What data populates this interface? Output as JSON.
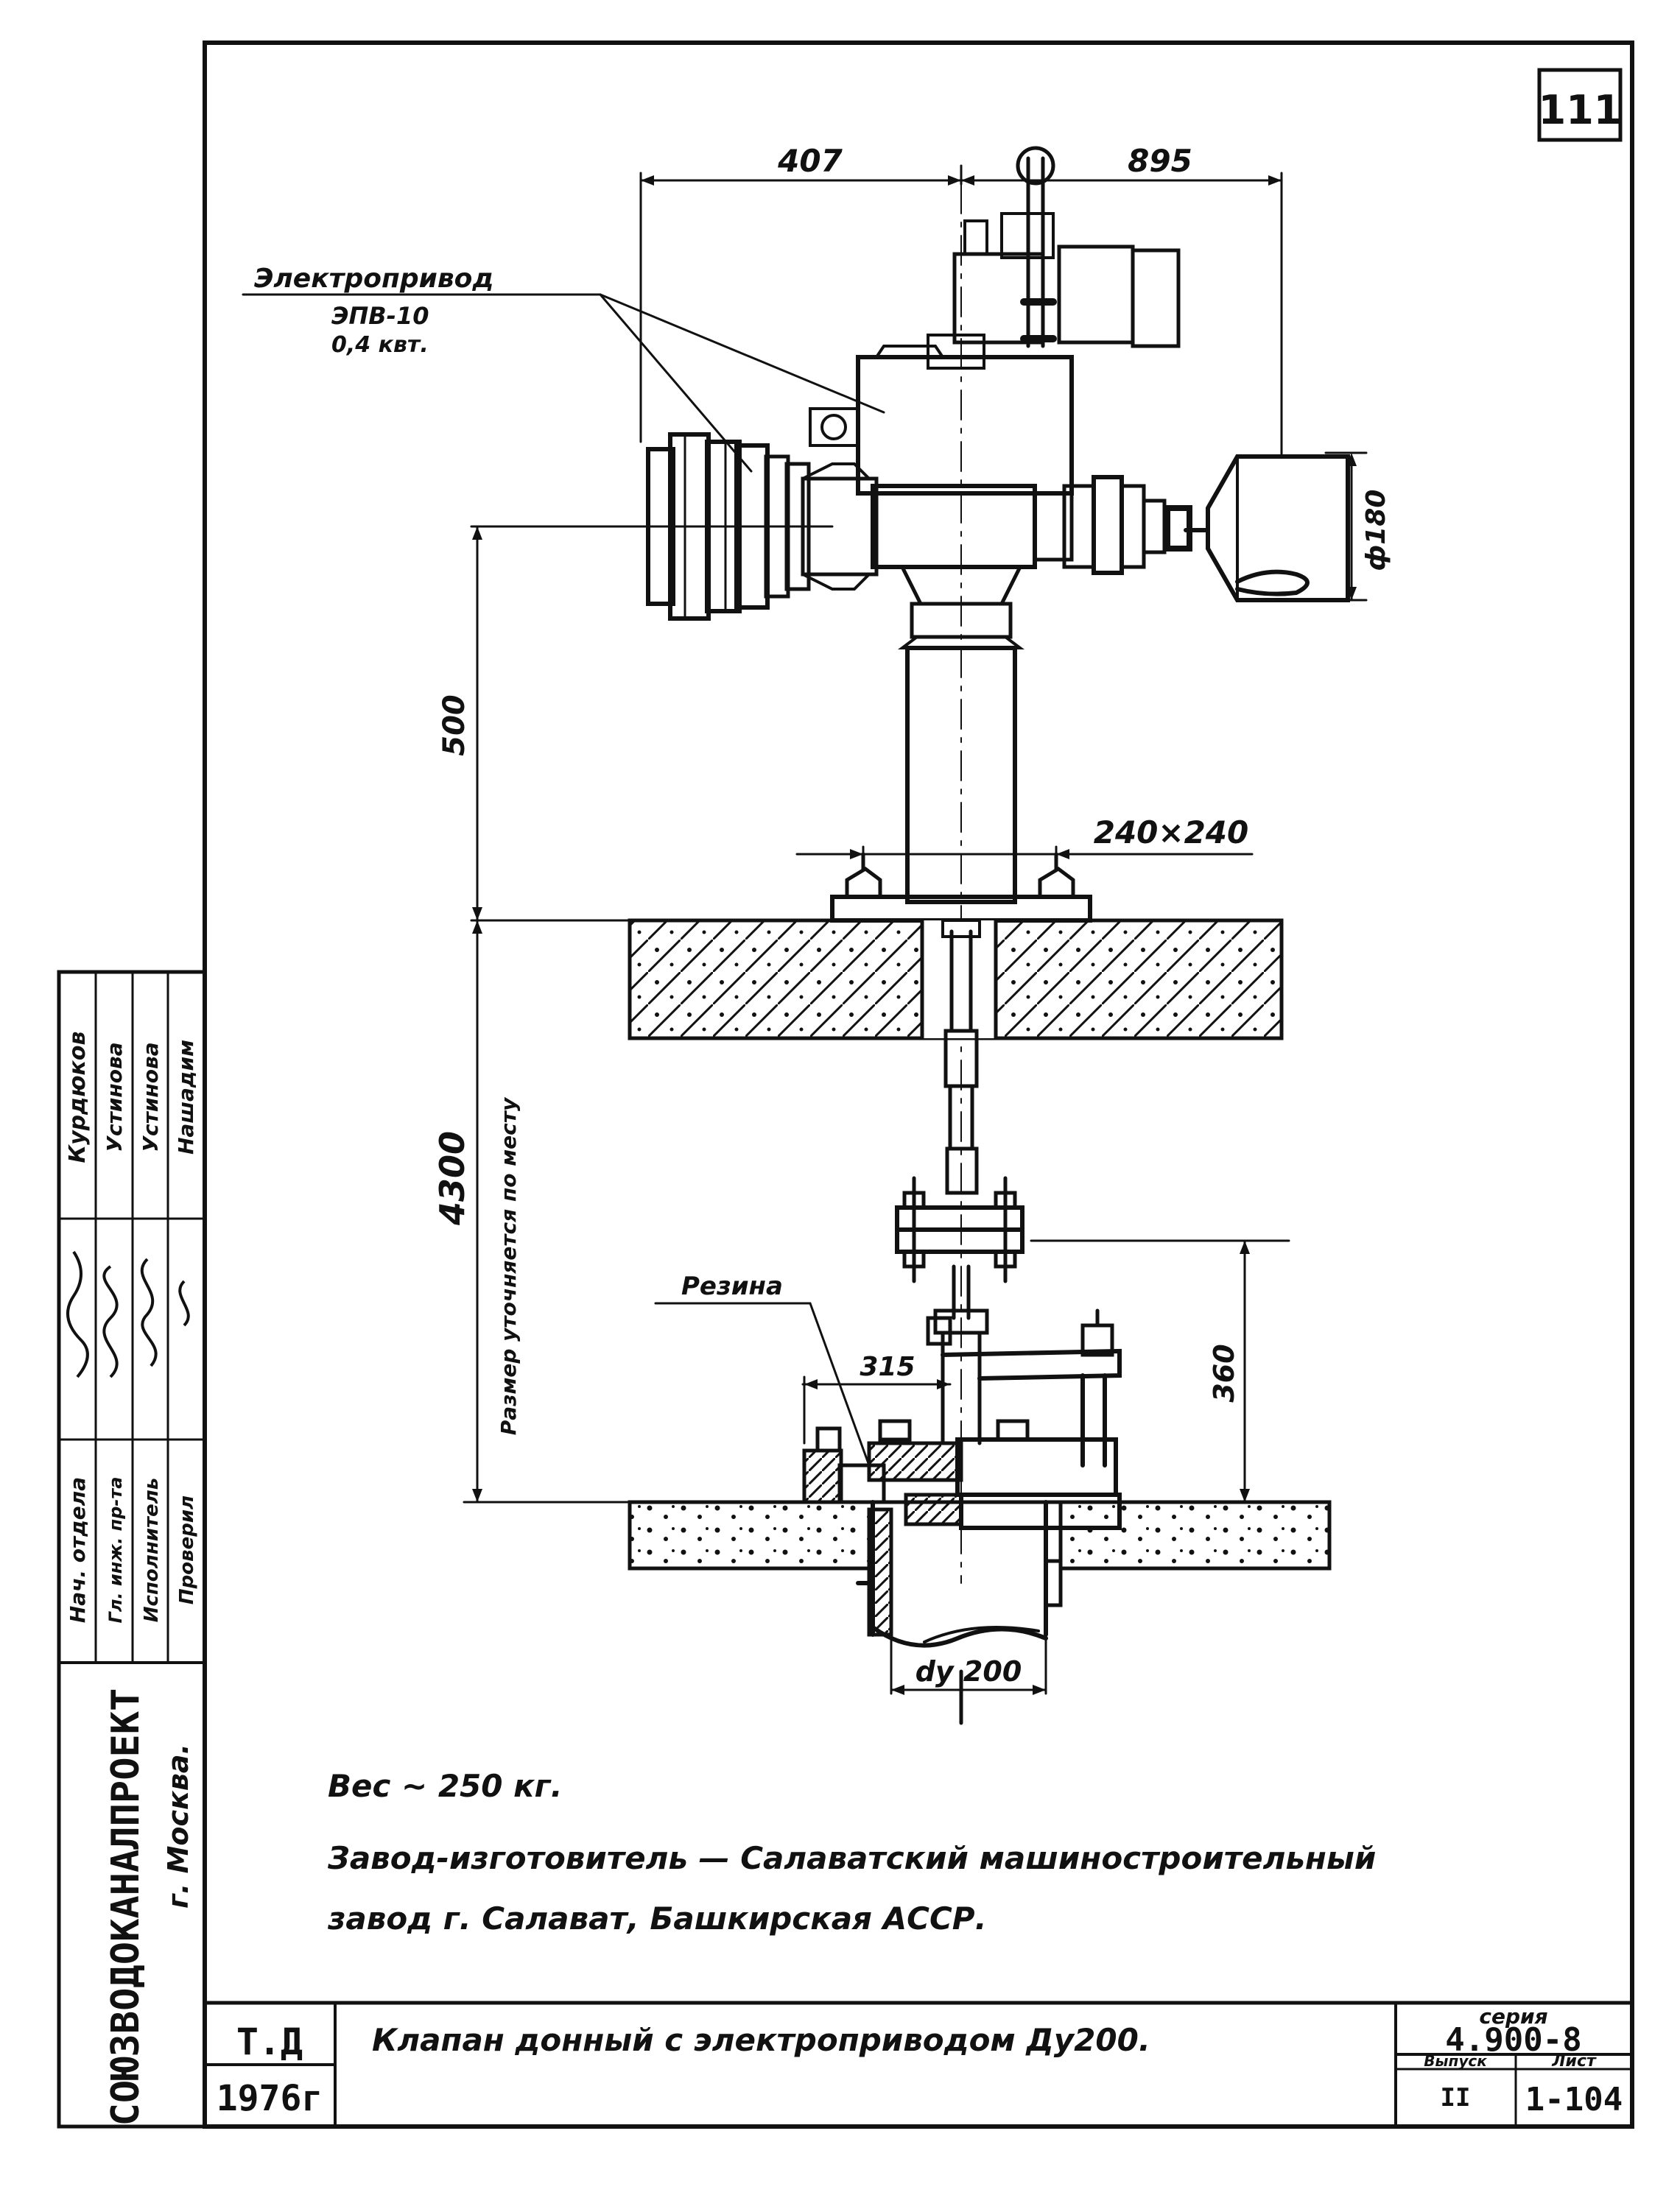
{
  "sheet_number": "111",
  "dimensions": {
    "top_left": "407",
    "top_right": "895",
    "diameter": "ф180",
    "height_upper": "500",
    "plate": "240×240",
    "height_total": "4300",
    "field_note": "Размер уточняется по месту",
    "flange_width": "315",
    "height_lower": "360",
    "dn_bottom": "dy 200"
  },
  "callouts": {
    "drive_line1": "Электропривод",
    "drive_line2": "ЭПВ-10",
    "drive_line3": "0,4 квт.",
    "rubber": "Резина"
  },
  "notes": {
    "weight": "Вес ~ 250 кг.",
    "maker_line1": "Завод-изготовитель — Салаватский машиностроительный",
    "maker_line2": "завод г. Салават, Башкирская АССР."
  },
  "title_block": {
    "org_line1": "СОЮЗВОДОКАНАЛПРОЕКТ",
    "org_line2": "г. Москва.",
    "code": "Т.Д",
    "year": "1976г",
    "title": "Клапан донный с электроприводом Ду200.",
    "series_label": "серия",
    "series_value": "4.900-8",
    "issue_label": "Выпуск",
    "issue_value": "II",
    "sheet_label": "Лист",
    "sheet_value": "1-104"
  },
  "signatures": {
    "roles": [
      "Нач. отдела",
      "Гл. инж. пр-та",
      "Исполнитель",
      "Проверил"
    ],
    "names": [
      "Курдюков",
      "Устинова",
      "Устинова",
      "Нашадим"
    ]
  }
}
